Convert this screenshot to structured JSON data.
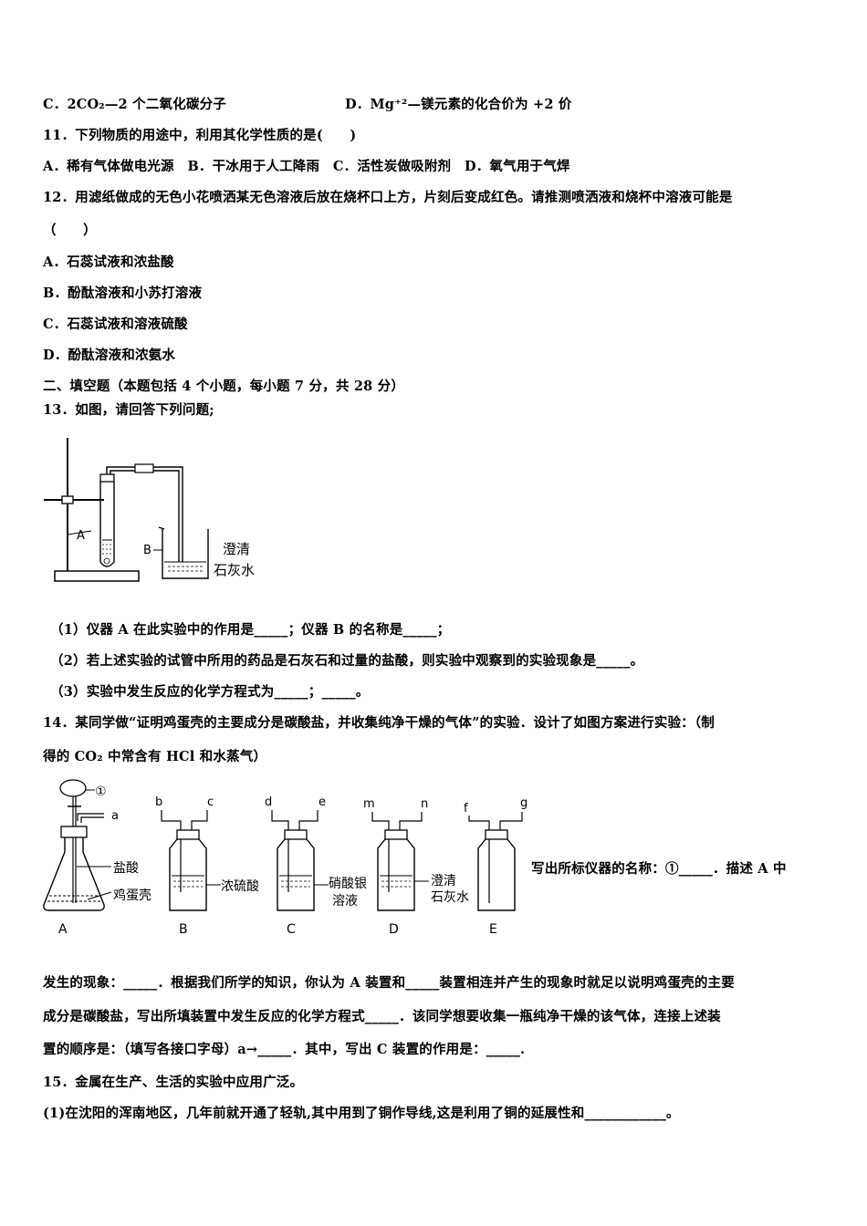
{
  "q10": {
    "option_c": "C．2CO₂—2 个二氧化碳分子",
    "option_d": "D．Mg⁺²—镁元素的化合价为 +2 价"
  },
  "q11": {
    "stem": "11．下列物质的用途中，利用其化学性质的是(　　)",
    "options": "A．稀有气体做电光源　B．干冰用于人工降雨　C．活性炭做吸附剂　D．氧气用于气焊"
  },
  "q12": {
    "stem": "12．用滤纸做成的无色小花喷洒某无色溶液后放在烧杯口上方，片刻后变成红色。请推测喷洒液和烧杯中溶液可能是",
    "paren": "（　　）",
    "option_a": "A．石蕊试液和浓盐酸",
    "option_b": "B．酚酞溶液和小苏打溶液",
    "option_c": "C．石蕊试液和溶液硫酸",
    "option_d": "D．酚酞溶液和浓氨水"
  },
  "section2": "二、填空题（本题包括 4 个小题，每小题 7 分，共 28 分）",
  "q13": {
    "stem": "13．如图，请回答下列问题;",
    "figure": {
      "label_a": "A",
      "label_b": "B",
      "liquid_line1": "澄清",
      "liquid_line2": "石灰水"
    },
    "sub1": "（1）仪器 A 在此实验中的作用是_____；仪器 B 的名称是_____；",
    "sub2": "（2）若上述实验的试管中所用的药品是石灰石和过量的盐酸，则实验中观察到的实验现象是_____。",
    "sub3": "（3）实验中发生反应的化学方程式为_____；_____。"
  },
  "q14": {
    "stem_line1": "14．某同学做“证明鸡蛋壳的主要成分是碳酸盐，并收集纯净干燥的气体”的实验．设计了如图方案进行实验：（制",
    "stem_line2": "得的 CO₂ 中常含有 HCl 和水蒸气）",
    "figure": {
      "circled_one": "①",
      "port_a": "a",
      "ports_b": "b",
      "ports_c": "c",
      "ports_d": "d",
      "ports_e": "e",
      "ports_m": "m",
      "ports_n": "n",
      "ports_f": "f",
      "ports_g": "g",
      "label_hcl": "盐酸",
      "label_egg": "鸡蛋壳",
      "label_h2so4": "浓硫酸",
      "label_agno3_1": "硝酸银",
      "label_agno3_2": "溶液",
      "label_lime_1": "澄清",
      "label_lime_2": "石灰水",
      "app_a": "A",
      "app_b": "B",
      "app_c": "C",
      "app_d": "D",
      "app_e": "E"
    },
    "side_text": "写出所标仪器的名称：①_____．描述 A 中",
    "line1": "发生的现象：_____．根据我们所学的知识，你认为 A 装置和_____装置相连并产生的现象时就足以说明鸡蛋壳的主要",
    "line2": "成分是碳酸盐，写出所填装置中发生反应的化学方程式_____．该同学想要收集一瓶纯净干燥的该气体，连接上述装",
    "line3": "置的顺序是：（填写各接口字母）a→_____．其中，写出 C 装置的作用是：_____."
  },
  "q15": {
    "stem": "15．金属在生产、生活的实验中应用广泛。",
    "sub1": "(1)在沈阳的浑南地区，几年前就开通了轻轨,其中用到了铜作导线,这是利用了铜的延展性和____________。"
  }
}
